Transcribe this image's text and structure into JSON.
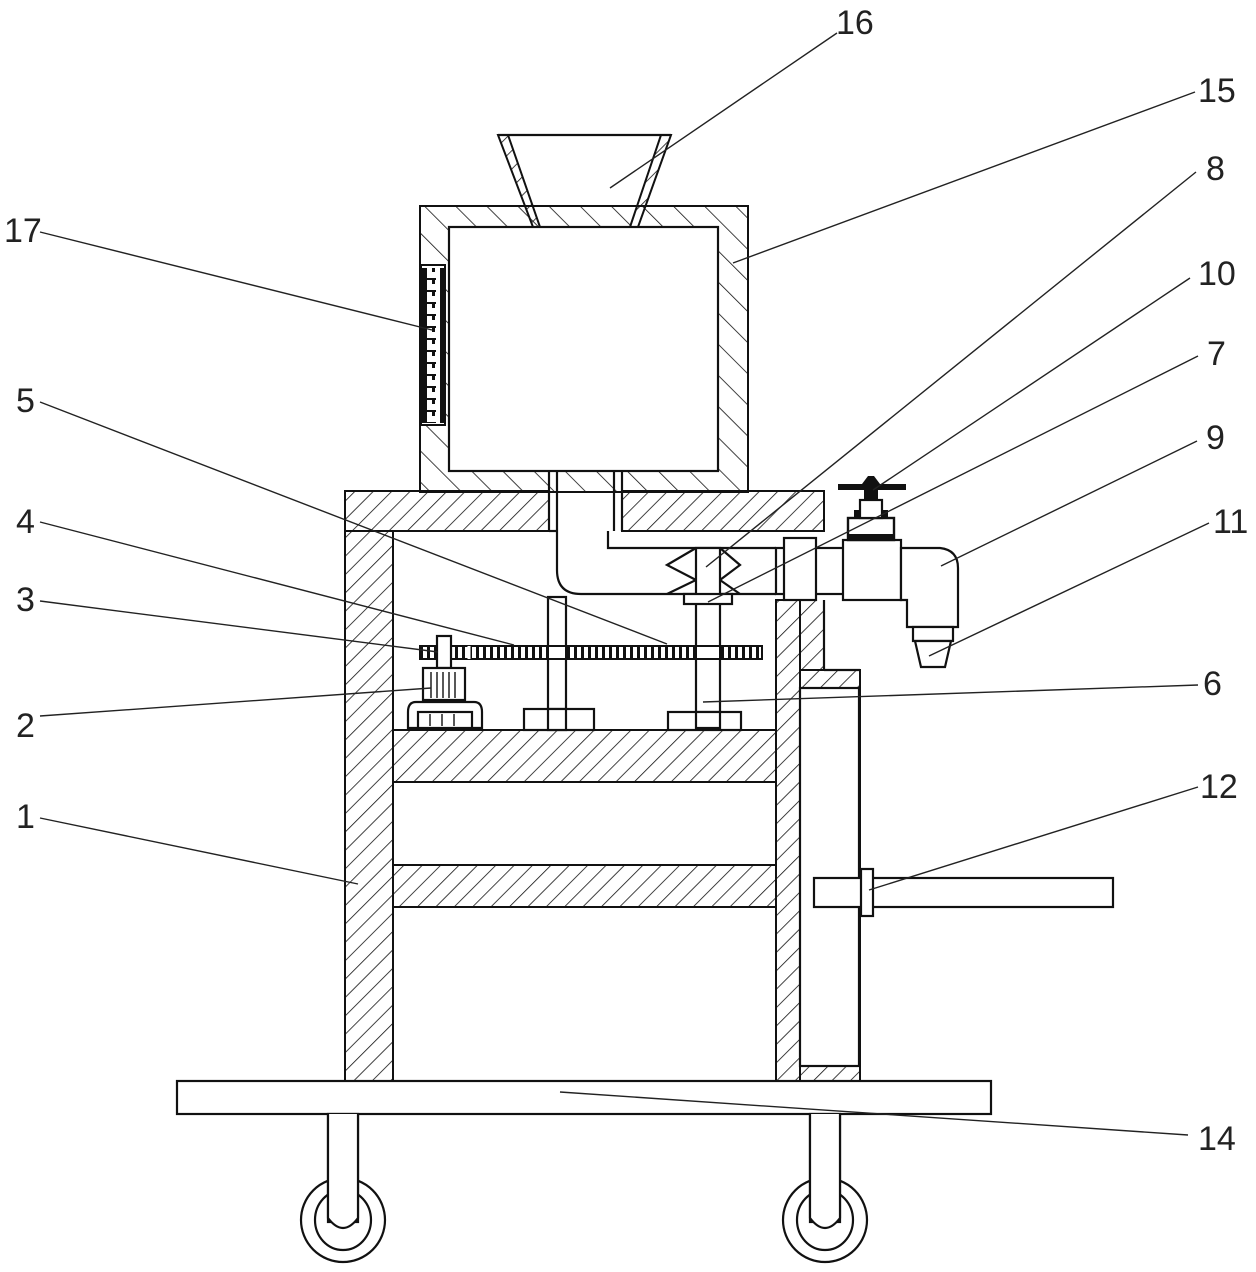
{
  "figure": {
    "type": "patent mechanical drawing",
    "description": "Front sectional view of a wheeled machine with hopper, storage box, gear drive, outlet valve and side handle"
  },
  "labels": {
    "l1": "1",
    "l2": "2",
    "l3": "3",
    "l4": "4",
    "l5": "5",
    "l6": "6",
    "l7": "7",
    "l8": "8",
    "l9": "9",
    "l10": "10",
    "l11": "11",
    "l12": "12",
    "l14": "14",
    "l15": "15",
    "l16": "16",
    "l17": "17"
  },
  "components": [
    {
      "ref": "1",
      "part": "frame-body"
    },
    {
      "ref": "2",
      "part": "motor"
    },
    {
      "ref": "3",
      "part": "drive-gear"
    },
    {
      "ref": "4",
      "part": "gear-belt"
    },
    {
      "ref": "5",
      "part": "driven-gear"
    },
    {
      "ref": "6",
      "part": "screw-shaft"
    },
    {
      "ref": "7",
      "part": "shaft-bearing"
    },
    {
      "ref": "8",
      "part": "screw-blade"
    },
    {
      "ref": "9",
      "part": "outlet-elbow"
    },
    {
      "ref": "10",
      "part": "valve"
    },
    {
      "ref": "11",
      "part": "nozzle"
    },
    {
      "ref": "12",
      "part": "handle"
    },
    {
      "ref": "14",
      "part": "base-plate"
    },
    {
      "ref": "15",
      "part": "storage-box"
    },
    {
      "ref": "16",
      "part": "feed-hopper"
    },
    {
      "ref": "17",
      "part": "level-gauge"
    }
  ]
}
